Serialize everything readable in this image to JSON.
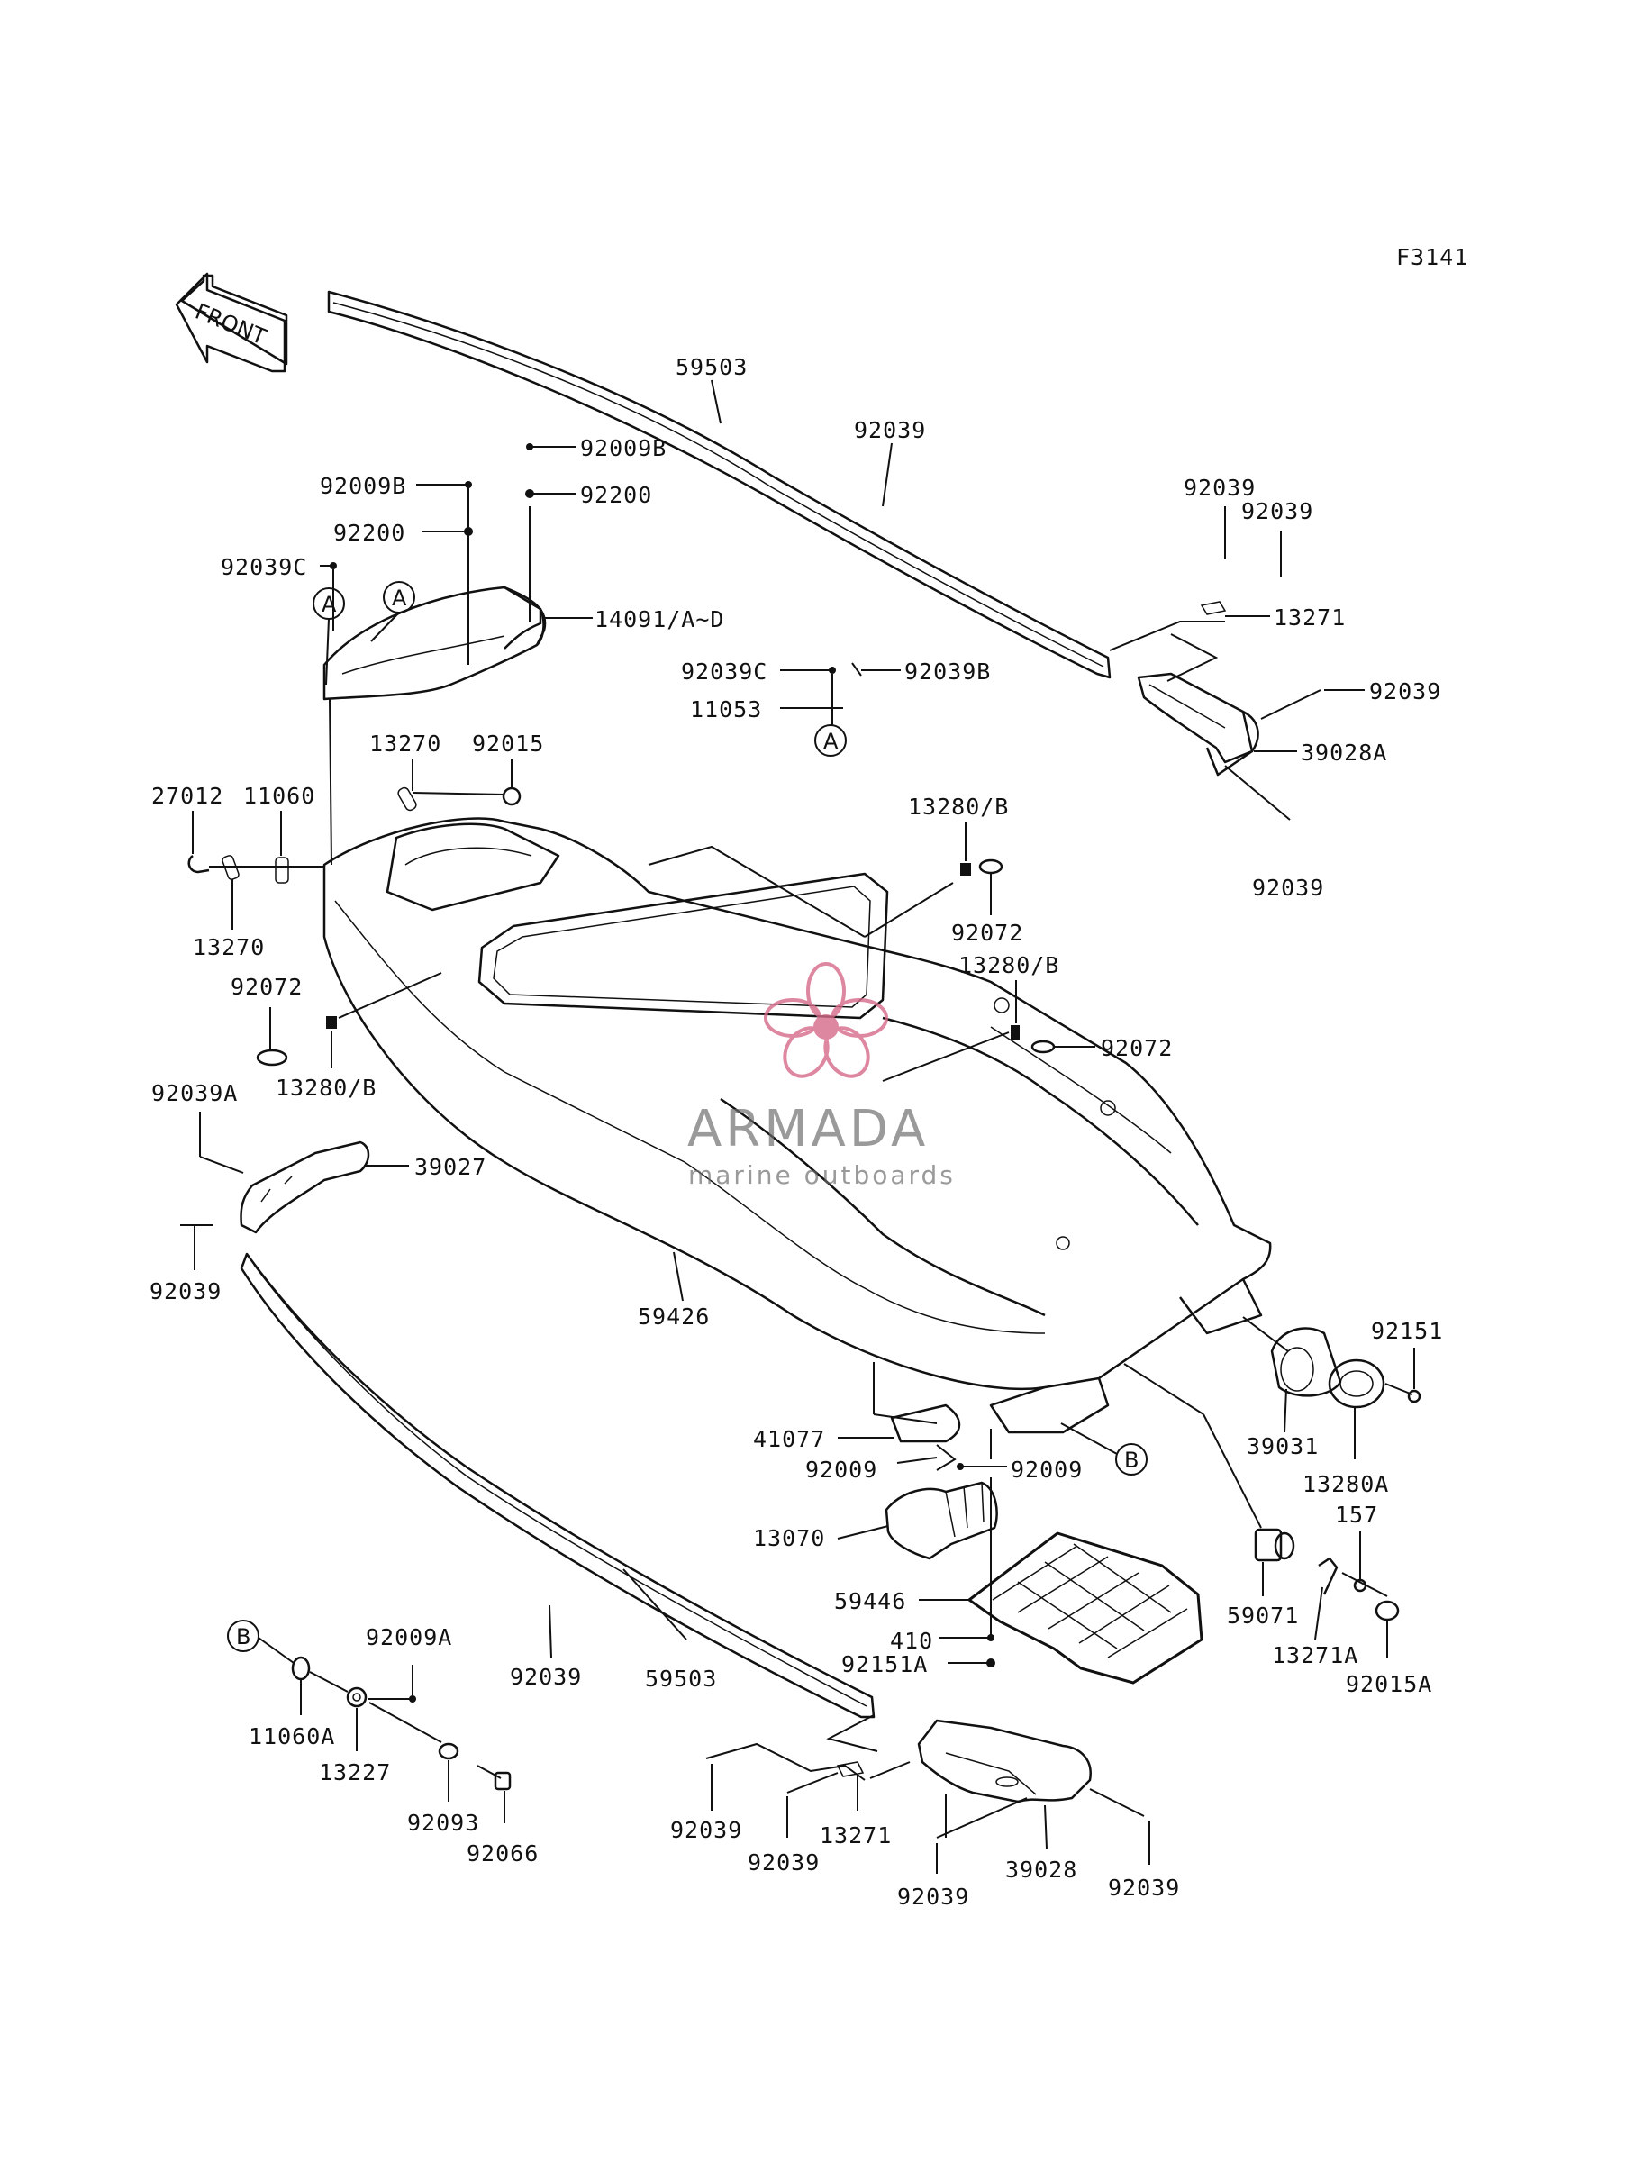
{
  "figure_code": "F3141",
  "front_arrow_text": "FRONT",
  "watermark": {
    "brand": "ARMADA",
    "tagline": "marine outboards",
    "brand_color": "#d66a8a"
  },
  "callouts": {
    "c_A1": "A",
    "c_A2": "A",
    "c_A3": "A",
    "c_B1": "B",
    "c_B2": "B"
  },
  "labels": {
    "l_59503_top": "59503",
    "l_92039_a": "92039",
    "l_92009B_r": "92009B",
    "l_92200_r": "92200",
    "l_92009B_l": "92009B",
    "l_92200_l": "92200",
    "l_92039C_l": "92039C",
    "l_14091": "14091/A~D",
    "l_92039_b": "92039",
    "l_92039_c": "92039",
    "l_13271_top": "13271",
    "l_92039C_m": "92039C",
    "l_92039B_m": "92039B",
    "l_11053": "11053",
    "l_92039_d": "92039",
    "l_39028A": "39028A",
    "l_92039_e": "92039",
    "l_13270_top": "13270",
    "l_92015": "92015",
    "l_27012": "27012",
    "l_11060": "11060",
    "l_13270_bot": "13270",
    "l_13280B_top": "13280/B",
    "l_92072_top": "92072",
    "l_13280B_mid": "13280/B",
    "l_92072_r": "92072",
    "l_92072_l": "92072",
    "l_13280B_l": "13280/B",
    "l_92039A": "92039A",
    "l_39027": "39027",
    "l_92039_f": "92039",
    "l_59426": "59426",
    "l_92151": "92151",
    "l_39031": "39031",
    "l_13280A": "13280A",
    "l_41077": "41077",
    "l_92009_l": "92009",
    "l_92009_r": "92009",
    "l_13070": "13070",
    "l_157": "157",
    "l_59446": "59446",
    "l_59071": "59071",
    "l_410": "410",
    "l_92151A": "92151A",
    "l_13271A": "13271A",
    "l_92015A": "92015A",
    "l_92009A": "92009A",
    "l_92039_g": "92039",
    "l_59503_bot": "59503",
    "l_11060A": "11060A",
    "l_13227": "13227",
    "l_92093": "92093",
    "l_92066": "92066",
    "l_92039_h": "92039",
    "l_13271_bot": "13271",
    "l_92039_i": "92039",
    "l_92039_j": "92039",
    "l_39028": "39028",
    "l_92039_k": "92039"
  }
}
